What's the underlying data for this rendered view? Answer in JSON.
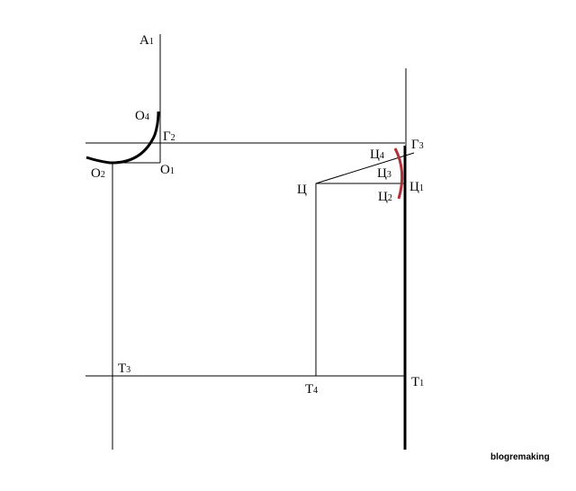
{
  "labels": {
    "a1": {
      "base": "А",
      "sub": "1"
    },
    "o4": {
      "base": "О",
      "sub": "4"
    },
    "g2": {
      "base": "Г",
      "sub": "2"
    },
    "o2": {
      "base": "О",
      "sub": "2"
    },
    "o1": {
      "base": "О",
      "sub": "1"
    },
    "ts4": {
      "base": "Ц",
      "sub": "4"
    },
    "g3": {
      "base": "Г",
      "sub": "3"
    },
    "ts3": {
      "base": "Ц",
      "sub": "3"
    },
    "ts": {
      "base": "Ц",
      "sub": ""
    },
    "ts1": {
      "base": "Ц",
      "sub": "1"
    },
    "ts2": {
      "base": "Ц",
      "sub": "2"
    },
    "t3": {
      "base": "Т",
      "sub": "3"
    },
    "t4": {
      "base": "Т",
      "sub": "4"
    },
    "t1": {
      "base": "Т",
      "sub": "1"
    }
  },
  "watermark": "blogremaking",
  "colors": {
    "line": "#000000",
    "armhole_curve": "#b03038",
    "background": "#ffffff"
  }
}
